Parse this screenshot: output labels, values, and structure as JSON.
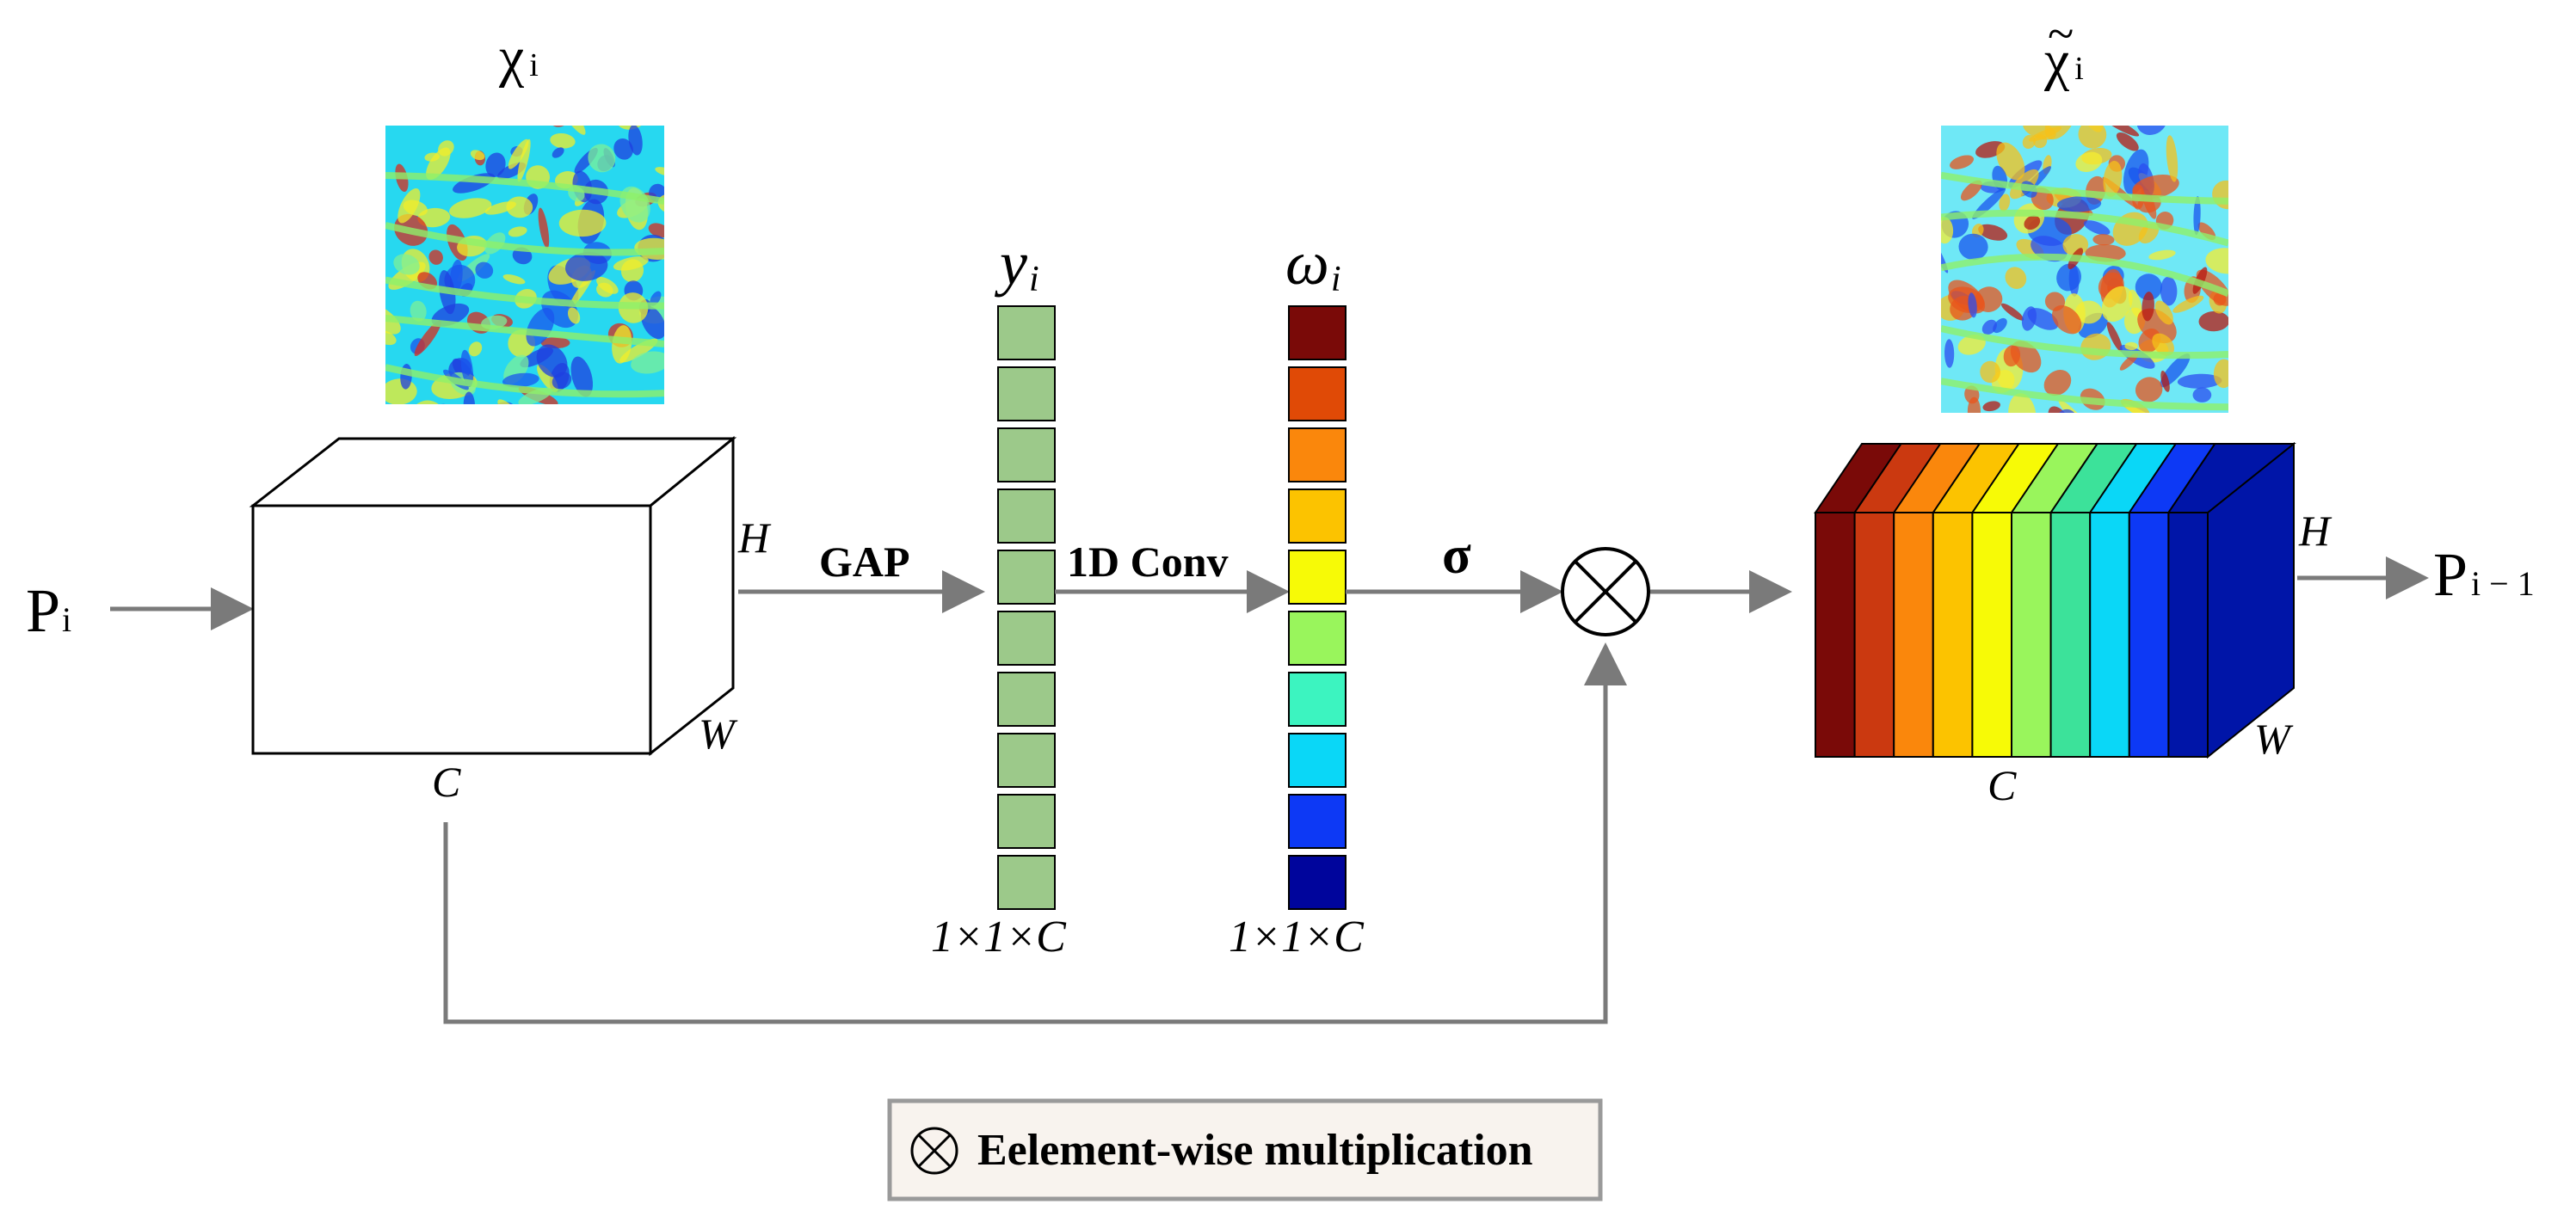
{
  "labels": {
    "x_in_main": "χ",
    "x_in_sub": "i",
    "x_out_main": "χ",
    "x_out_sub": "i",
    "tilde": "~",
    "p_in_main": "P",
    "p_in_sub": "i",
    "p_out_main": "P",
    "p_out_sub": "i − 1",
    "h": "H",
    "w": "W",
    "c": "C",
    "gap": "GAP",
    "conv": "1D Conv",
    "sigma": "σ",
    "y_main": "y",
    "y_sub": "i",
    "w_main": "ω",
    "w_sub": "i",
    "dim": "1×1×C"
  },
  "legend": {
    "symbol": "⊗",
    "text": "Eelement-wise multiplication"
  },
  "colors": {
    "line": "#7a7a7a",
    "green_cell": "#9cc98a",
    "legend_bg": "#f8f3ee",
    "legend_border": "#9a9a9a",
    "weights": [
      "#7a0a08",
      "#e04a06",
      "#fa870c",
      "#fcc300",
      "#f7fa06",
      "#99f55c",
      "#3cf4c0",
      "#0ad7f7",
      "#0d39f5",
      "#00059c"
    ],
    "slices": [
      "#7a0a08",
      "#cb3910",
      "#fa870c",
      "#fcc300",
      "#f7fa06",
      "#99f55c",
      "#3ce29a",
      "#0ad7f7",
      "#0d39f5",
      "#0015a8"
    ]
  },
  "feature_maps": {
    "input": {
      "base": "#27d8f0",
      "blobs": [
        "#1f3fe0",
        "#1f3fe0",
        "#f2ee2a",
        "#f2ee2a",
        "#d92b1c",
        "#7cf098",
        "#1a56ee",
        "#f2ee2a"
      ]
    },
    "output": {
      "base": "#6fe8f6",
      "blobs": [
        "#f5c21a",
        "#e8551c",
        "#b81a10",
        "#2b4ef0",
        "#f5ee30",
        "#e8551c",
        "#1a56ee",
        "#f5c21a"
      ]
    }
  }
}
